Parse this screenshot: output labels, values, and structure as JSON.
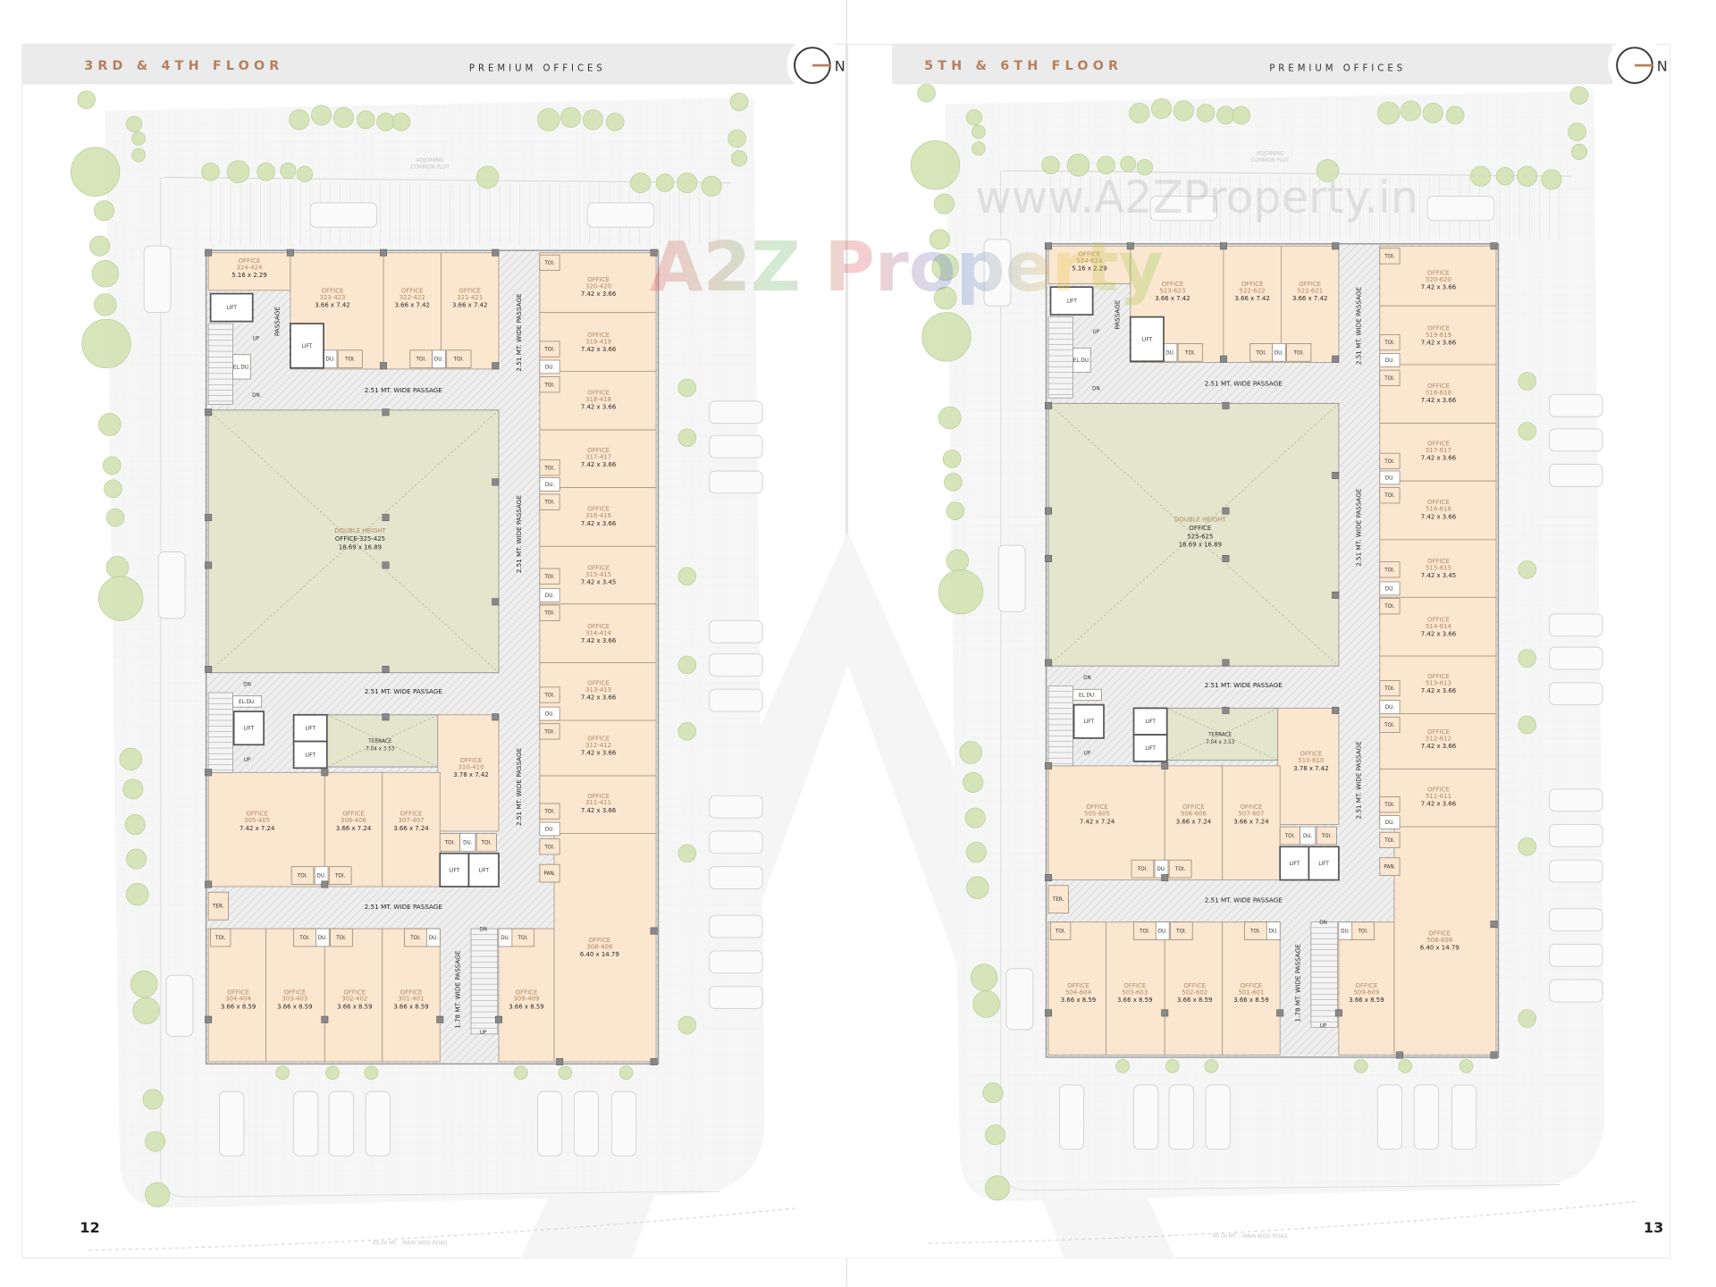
{
  "pages": [
    {
      "header": {
        "floor_title": "3RD & 4TH FLOOR",
        "subtitle": "PREMIUM OFFICES",
        "north": "N"
      },
      "page_number": "12",
      "site": {
        "adjoining": [
          "ADJOINING",
          "COMMON PLOT"
        ],
        "main_road": "60.00 MT. - MAIN WIDE ROAD"
      },
      "plan": {
        "offices": [
          {
            "label": "OFFICE",
            "number": "324-424",
            "size": "5.16 x 2.29"
          },
          {
            "label": "OFFICE",
            "number": "323-423",
            "size": "3.66 x 7.42"
          },
          {
            "label": "OFFICE",
            "number": "322-422",
            "size": "3.66 x 7.42"
          },
          {
            "label": "OFFICE",
            "number": "321-421",
            "size": "3.66 x 7.42"
          },
          {
            "label": "OFFICE",
            "number": "320-420",
            "size": "7.42 x 3.66"
          },
          {
            "label": "OFFICE",
            "number": "319-419",
            "size": "7.42 x 3.66"
          },
          {
            "label": "OFFICE",
            "number": "318-418",
            "size": "7.42 x 3.66"
          },
          {
            "label": "OFFICE",
            "number": "317-417",
            "size": "7.42 x 3.66"
          },
          {
            "label": "OFFICE",
            "number": "316-416",
            "size": "7.42 x 3.66"
          },
          {
            "label": "OFFICE",
            "number": "315-415",
            "size": "7.42 x 3.45"
          },
          {
            "label": "OFFICE",
            "number": "314-414",
            "size": "7.42 x 3.66"
          },
          {
            "label": "OFFICE",
            "number": "313-413",
            "size": "7.42 x 3.66"
          },
          {
            "label": "OFFICE",
            "number": "312-412",
            "size": "7.42 x 3.66"
          },
          {
            "label": "OFFICE",
            "number": "311-411",
            "size": "7.42 x 3.66"
          },
          {
            "label": "OFFICE",
            "number": "310-410",
            "size": "3.78 x 7.42"
          },
          {
            "label": "OFFICE",
            "number": "305-405",
            "size": "7.42 x 7.24"
          },
          {
            "label": "OFFICE",
            "number": "306-406",
            "size": "3.66 x 7.24"
          },
          {
            "label": "OFFICE",
            "number": "307-407",
            "size": "3.66 x 7.24"
          },
          {
            "label": "OFFICE",
            "number": "308-408",
            "size": "6.40 x 14.79"
          },
          {
            "label": "OFFICE",
            "number": "304-404",
            "size": "3.66 x 8.59"
          },
          {
            "label": "OFFICE",
            "number": "303-403",
            "size": "3.66 x 8.59"
          },
          {
            "label": "OFFICE",
            "number": "302-402",
            "size": "3.66 x 8.59"
          },
          {
            "label": "OFFICE",
            "number": "301-401",
            "size": "3.66 x 8.59"
          },
          {
            "label": "OFFICE",
            "number": "309-409",
            "size": "3.66 x 8.59"
          }
        ],
        "double_height": [
          "DOUBLE HEIGHT",
          "OFFICE-325-425",
          "18.69 x 16.89"
        ],
        "terrace": [
          "TERRACE",
          "7.04 x 3.53"
        ],
        "passages": {
          "wide": "2.51 MT. WIDE PASSAGE",
          "narrow": "1.78 MT. WIDE PASSAGE",
          "plain": "PASSAGE"
        },
        "utility_labels": {
          "toilet": "TOI.",
          "duct": "DU.",
          "pantry": "PAN.",
          "terrace_small": "TER.",
          "elec_duct": "EL.DU.",
          "lift": "LIFT",
          "up": "UP",
          "dn": "DN"
        }
      }
    },
    {
      "header": {
        "floor_title": "5TH & 6TH FLOOR",
        "subtitle": "PREMIUM OFFICES",
        "north": "N"
      },
      "page_number": "13",
      "site": {
        "adjoining": [
          "ADJOINING",
          "COMMON PLOT"
        ],
        "main_road": "60.00 MT. - MAIN WIDE ROAD"
      },
      "plan": {
        "offices": [
          {
            "label": "OFFICE",
            "number": "524-624",
            "size": "5.16 x 2.29"
          },
          {
            "label": "OFFICE",
            "number": "523-623",
            "size": "3.66 x 7.42"
          },
          {
            "label": "OFFICE",
            "number": "522-622",
            "size": "3.66 x 7.42"
          },
          {
            "label": "OFFICE",
            "number": "521-621",
            "size": "3.66 x 7.42"
          },
          {
            "label": "OFFICE",
            "number": "520-620",
            "size": "7.42 x 3.66"
          },
          {
            "label": "OFFICE",
            "number": "519-619",
            "size": "7.42 x 3.66"
          },
          {
            "label": "OFFICE",
            "number": "518-618",
            "size": "7.42 x 3.66"
          },
          {
            "label": "OFFICE",
            "number": "517-617",
            "size": "7.42 x 3.66"
          },
          {
            "label": "OFFICE",
            "number": "516-616",
            "size": "7.42 x 3.66"
          },
          {
            "label": "OFFICE",
            "number": "515-615",
            "size": "7.42 x 3.45"
          },
          {
            "label": "OFFICE",
            "number": "514-614",
            "size": "7.42 x 3.66"
          },
          {
            "label": "OFFICE",
            "number": "513-613",
            "size": "7.42 x 3.66"
          },
          {
            "label": "OFFICE",
            "number": "512-612",
            "size": "7.42 x 3.66"
          },
          {
            "label": "OFFICE",
            "number": "511-611",
            "size": "7.42 x 3.66"
          },
          {
            "label": "OFFICE",
            "number": "510-610",
            "size": "3.78 x 7.42"
          },
          {
            "label": "OFFICE",
            "number": "505-605",
            "size": "7.42 x 7.24"
          },
          {
            "label": "OFFICE",
            "number": "506-606",
            "size": "3.66 x 7.24"
          },
          {
            "label": "OFFICE",
            "number": "507-607",
            "size": "3.66 x 7.24"
          },
          {
            "label": "OFFICE",
            "number": "508-608",
            "size": "6.40 x 14.79"
          },
          {
            "label": "OFFICE",
            "number": "504-604",
            "size": "3.66 x 8.59"
          },
          {
            "label": "OFFICE",
            "number": "503-603",
            "size": "3.66 x 8.59"
          },
          {
            "label": "OFFICE",
            "number": "502-602",
            "size": "3.66 x 8.59"
          },
          {
            "label": "OFFICE",
            "number": "501-601",
            "size": "3.66 x 8.59"
          },
          {
            "label": "OFFICE",
            "number": "509-609",
            "size": "3.66 x 8.59"
          }
        ],
        "double_height": [
          "DOUBLE HEIGHT",
          "OFFICE",
          "525-625",
          "18.69 x 16.89"
        ],
        "terrace": [
          "TERRACE",
          "7.04 x 3.53"
        ],
        "passages": {
          "wide": "2.51 MT. WIDE PASSAGE",
          "narrow": "1.78 MT. WIDE PASSAGE",
          "plain": "PASSAGE"
        },
        "utility_labels": {
          "toilet": "TOI.",
          "duct": "DU.",
          "pantry": "PAN.",
          "terrace_small": "TER.",
          "elec_duct": "EL.DU.",
          "lift": "LIFT",
          "up": "UP",
          "dn": "DN"
        }
      }
    }
  ],
  "watermark": {
    "logo": "A2Z Property",
    "url": "www.A2ZProperty.in"
  },
  "colors": {
    "office": "#fbe6cf",
    "double_height": "#e3e5cc",
    "passage": "#ececec",
    "title_accent": "#b57f5e",
    "tree": "#d3e2b4"
  }
}
